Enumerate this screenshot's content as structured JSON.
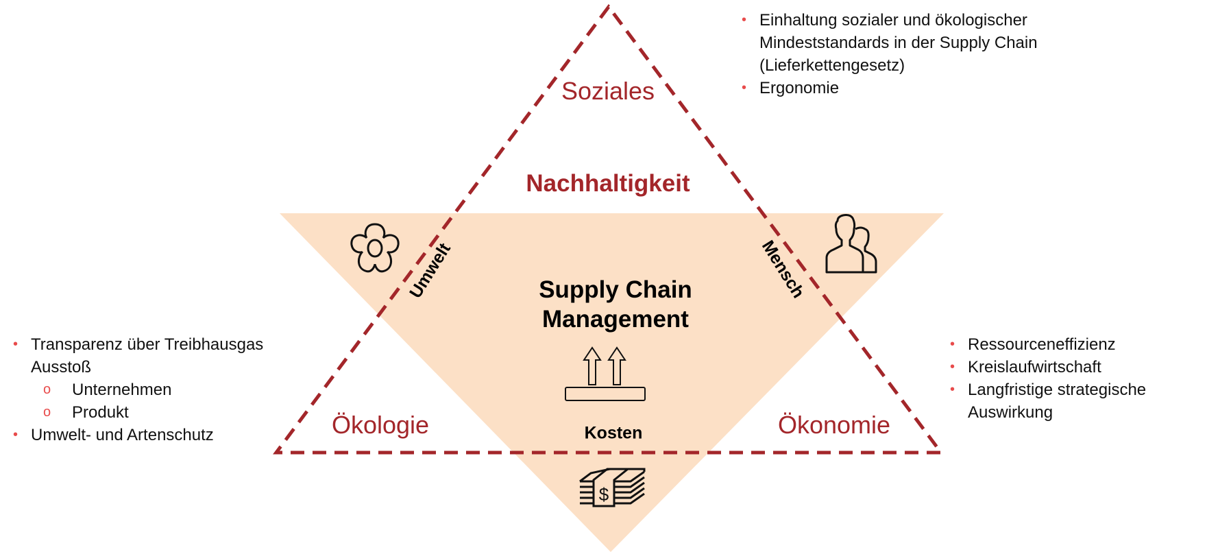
{
  "colors": {
    "accent": "#a3262a",
    "fill": "#fce0c6",
    "bullet": "#e84b4b"
  },
  "diagram": {
    "top_label": "Soziales",
    "center_top": "Nachhaltigkeit",
    "center_title": [
      "Supply Chain",
      "Management"
    ],
    "left_label": "Ökologie",
    "right_label": "Ökonomie",
    "bottom_label": "Kosten",
    "side_left": "Umwelt",
    "side_right": "Mensch",
    "icons": [
      "flower-icon",
      "people-icon",
      "arrows-up-icon",
      "money-icon"
    ]
  },
  "lists": {
    "social": [
      "Einhaltung sozialer und ökologischer",
      "Mindeststandards in der Supply Chain",
      "(Lieferkettengesetz)",
      "Ergonomie"
    ],
    "ecology": {
      "item1": [
        "Transparenz über Treibhausgas",
        "Ausstoß"
      ],
      "sub": [
        "Unternehmen",
        "Produkt"
      ],
      "item2": "Umwelt- und Artenschutz"
    },
    "economy": {
      "items": [
        "Ressourceneffizienz",
        "Kreislaufwirtschaft",
        "Langfristige strategische"
      ],
      "cont": "Auswirkung"
    },
    "bullet": "•",
    "sub_bullet": "o"
  }
}
